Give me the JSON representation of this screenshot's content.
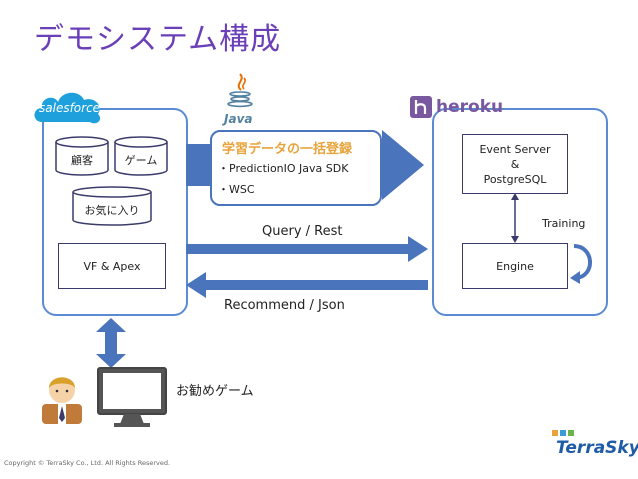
{
  "title": "デモシステム構成",
  "salesforce": {
    "logo_text": "salesforce",
    "db_customer": "顧客",
    "db_game": "ゲーム",
    "db_favorites": "お気に入り",
    "vf_apex": "VF & Apex"
  },
  "java_logo_text": "Java",
  "bulk_box": {
    "heading": "学習データの一括登録",
    "item1": "・PredictionIO Java SDK",
    "item2": "・WSC"
  },
  "heroku": {
    "logo_text": "heroku",
    "event_server_line1": "Event Server",
    "event_server_line2": "&",
    "event_server_line3": "PostgreSQL",
    "training": "Training",
    "engine": "Engine"
  },
  "arrows": {
    "query": "Query / Rest",
    "recommend": "Recommend / Json"
  },
  "user": {
    "recommend_label": "お勧めゲーム"
  },
  "footer": {
    "copyright": "Copyright © TerraSky Co., Ltd. All Rights Reserved.",
    "brand": "TerraSky"
  },
  "colors": {
    "title": "#6a3fb8",
    "panel_border": "#5b8bd2",
    "arrow": "#4a74bb",
    "bulk_heading": "#e8a33b",
    "heroku": "#79589f"
  }
}
